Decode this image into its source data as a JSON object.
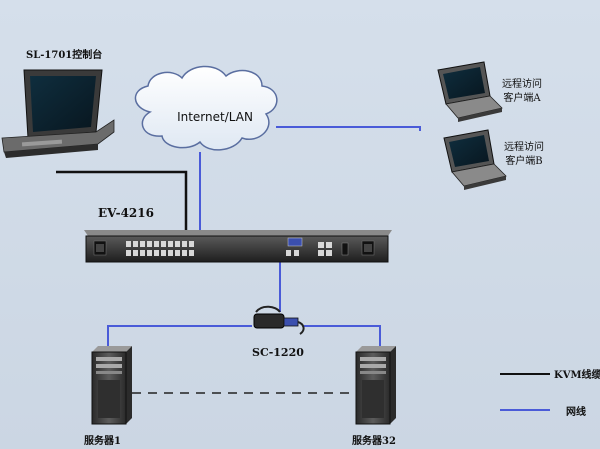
{
  "nodes": {
    "console": {
      "label": "SL-1701控制台"
    },
    "cloud": {
      "label": "Internet/LAN"
    },
    "kvm_switch": {
      "label": "EV-4216"
    },
    "client_a": {
      "line1": "远程访问",
      "line2": "客户端A"
    },
    "client_b": {
      "line1": "远程访问",
      "line2": "客户端B"
    },
    "adapter": {
      "label": "SC-1220"
    },
    "server1": {
      "label": "服务器1"
    },
    "server32": {
      "label": "服务器32"
    }
  },
  "legend": {
    "items": [
      {
        "label": "KVM线缆",
        "color": "#111111"
      },
      {
        "label": "网线",
        "color": "#4a5bd8"
      }
    ]
  }
}
